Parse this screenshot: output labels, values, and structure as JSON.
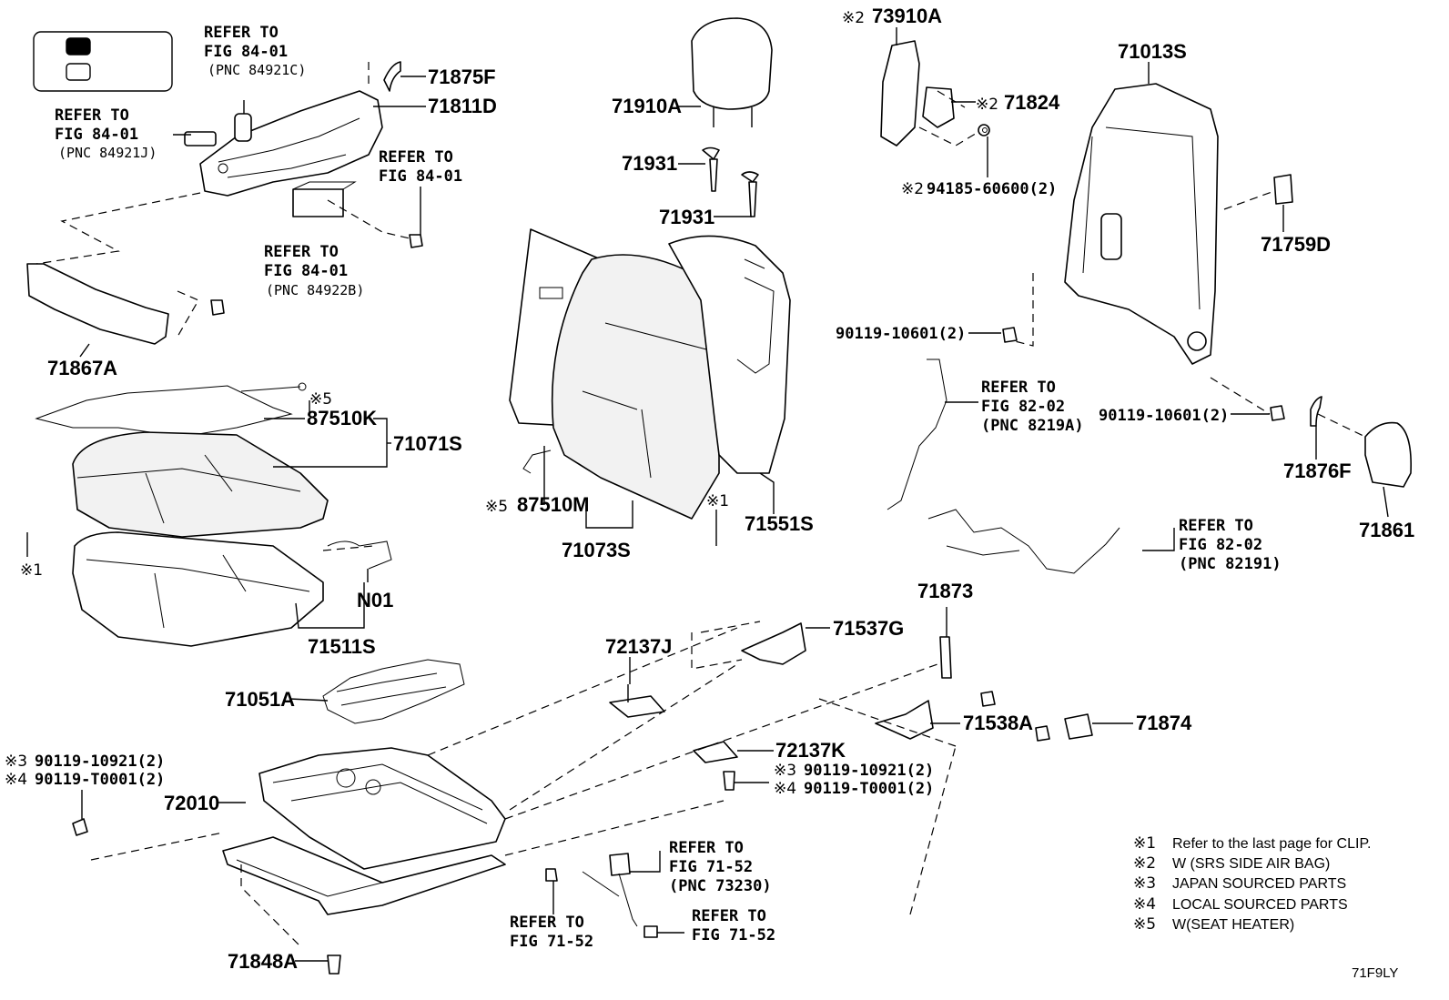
{
  "refer_to": "REFER TO",
  "labels": {
    "p71875F": "71875F",
    "p71811D": "71811D",
    "p71867A": "71867A",
    "p87510K": "87510K",
    "p71071S": "71071S",
    "p71511S": "71511S",
    "pN01": "N01",
    "p71051A": "71051A",
    "p72010": "72010",
    "p71848A": "71848A",
    "p71910A": "71910A",
    "p71931a": "71931",
    "p71931b": "71931",
    "p87510M": "87510M",
    "p71073S": "71073S",
    "p71551S": "71551S",
    "p73910A": "73910A",
    "p71824": "71824",
    "p94185": "94185-60600(2)",
    "p71013S": "71013S",
    "p71759D": "71759D",
    "p90119a": "90119-10601(2)",
    "p90119b": "90119-10601(2)",
    "p71876F": "71876F",
    "p71861": "71861",
    "p71873": "71873",
    "p71537G": "71537G",
    "p72137J": "72137J",
    "p72137K": "72137K",
    "p71538A": "71538A",
    "p71874": "71874",
    "p90119c": "90119-10921(2)",
    "p90119d": "90119-T0001(2)",
    "p90119e": "90119-10921(2)",
    "p90119f": "90119-T0001(2)"
  },
  "marks": {
    "m1a": "※1",
    "m1b": "※1",
    "m2a": "※2",
    "m2b": "※2",
    "m2c": "※2",
    "m3a": "※3",
    "m4a": "※4",
    "m3b": "※3",
    "m4b": "※4",
    "m5a": "※5",
    "m5b": "※5"
  },
  "refs": {
    "r1_fig": "FIG 84-01",
    "r1_pnc": "(PNC 84921C)",
    "r2_fig": "FIG 84-01",
    "r2_pnc": "(PNC 84921J)",
    "r3_fig": "FIG 84-01",
    "r4_fig": "FIG 84-01",
    "r4_pnc": "(PNC 84922B)",
    "r5_fig": "FIG 82-02",
    "r5_pnc": "(PNC 8219A)",
    "r6_fig": "FIG 82-02",
    "r6_pnc": "(PNC 82191)",
    "r7_fig": "FIG 71-52",
    "r7_pnc": "(PNC 73230)",
    "r8_fig": "FIG 71-52",
    "r9_fig": "FIG 71-52"
  },
  "legend": [
    {
      "mark": "※1",
      "text": "Refer to the last page for CLIP."
    },
    {
      "mark": "※2",
      "text": "W (SRS SIDE AIR BAG)"
    },
    {
      "mark": "※3",
      "text": "JAPAN SOURCED PARTS"
    },
    {
      "mark": "※4",
      "text": "LOCAL SOURCED PARTS"
    },
    {
      "mark": "※5",
      "text": "W(SEAT HEATER)"
    }
  ],
  "figure_code": "71F9LY"
}
